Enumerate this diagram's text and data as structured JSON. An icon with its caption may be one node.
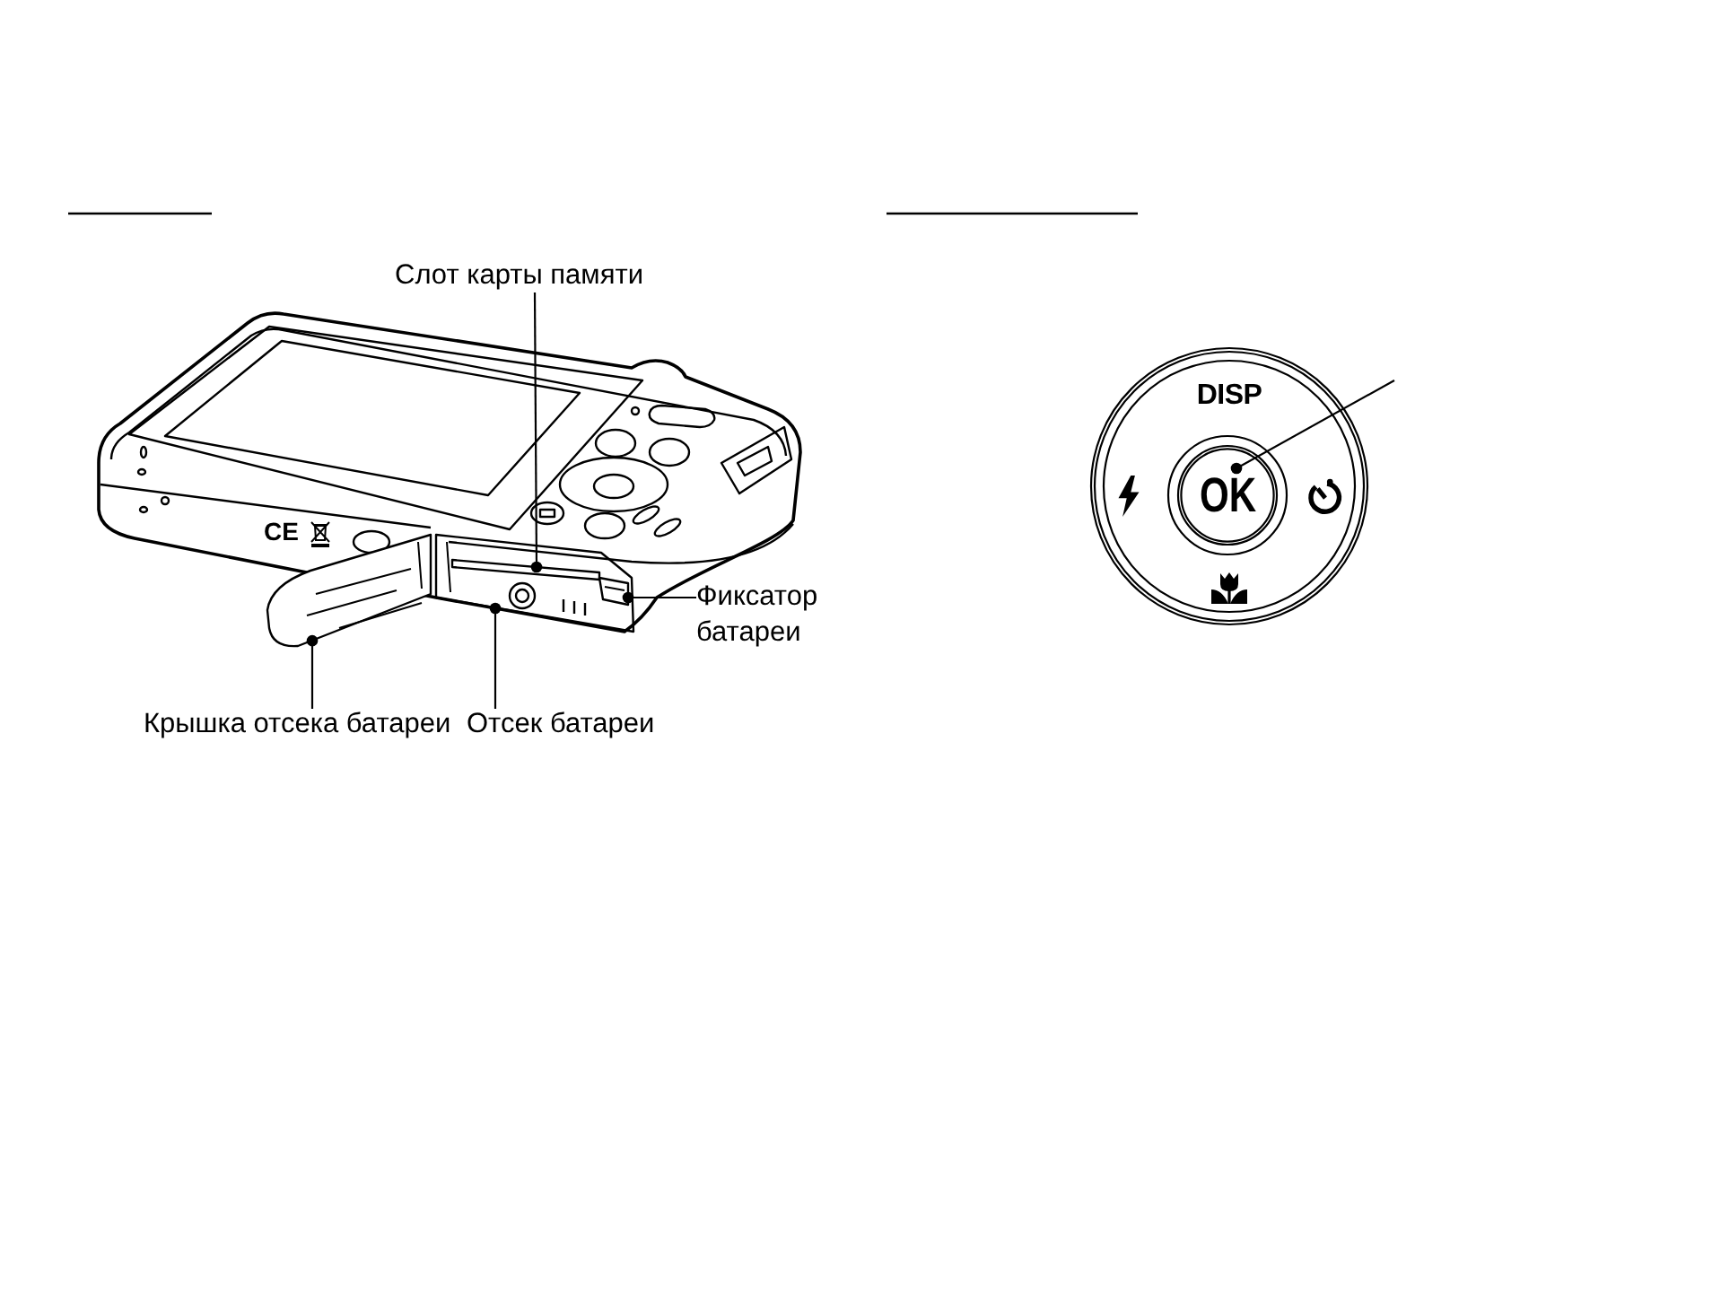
{
  "diagram": {
    "nodes": [
      {
        "text": [
          "Слот карты памяти"
        ]
      },
      {
        "text": [],
        "shape": "picture"
      },
      {
        "text": [],
        "shape": "picture"
      },
      {
        "text": [],
        "shape": "bar",
        "in": 2
      },
      {
        "text": [],
        "shape": "picture",
        "in": 2
      },
      {
        "text": [
          "Фиксатор батареи"
        ]
      },
      {
        "text": [
          "Крышка отсека батареи"
        ]
      },
      {
        "text": [
          "Отсек батареи"
        ]
      },
      {
        "text": [
          "DISP"
        ]
      },
      {
        "text": [
          "OK"
        ],
        "in": 8
      }
    ],
    "edges": [
      {
        "from": 0,
        "to": 3,
        "arrow": "other"
      },
      {
        "from": 5,
        "to": 4,
        "arrow": "other"
      },
      {
        "from": 6,
        "to": 1,
        "arrow": "other"
      },
      {
        "from": 7,
        "to": 2,
        "arrow": "other"
      },
      {
        "from": null,
        "to": 9,
        "arrow": "other"
      }
    ],
    "labels": [
      "CE"
    ]
  }
}
